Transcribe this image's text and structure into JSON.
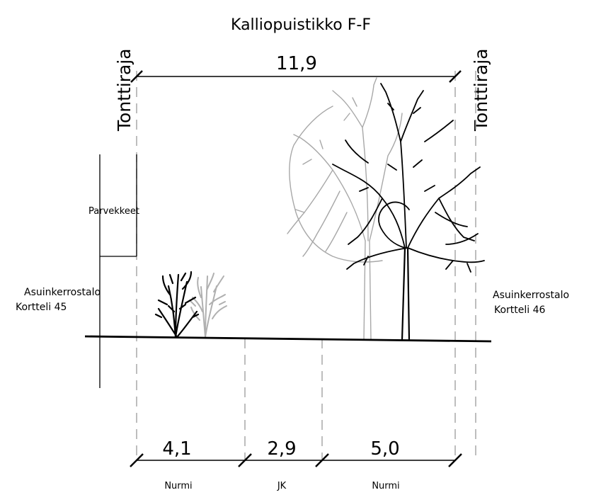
{
  "title": "Kalliopuistikko F-F",
  "boundary_label_left": "Tonttiraja",
  "boundary_label_right": "Tonttiraja",
  "balcony_label": "Parvekkeet",
  "building_left": {
    "line1": "Asuinkerrostalo",
    "line2": "Kortteli 45"
  },
  "building_right": {
    "line1": "Asuinkerrostalo",
    "line2": "Kortteli 46"
  },
  "total_width": "11,9",
  "segments": [
    {
      "width": "4,1",
      "surface": "Nurmi"
    },
    {
      "width": "2,9",
      "surface": "JK"
    },
    {
      "width": "5,0",
      "surface": "Nurmi"
    }
  ],
  "colors": {
    "line": "#000000",
    "guide": "#9a9a9a",
    "tree_light": "#b0b0b0"
  }
}
